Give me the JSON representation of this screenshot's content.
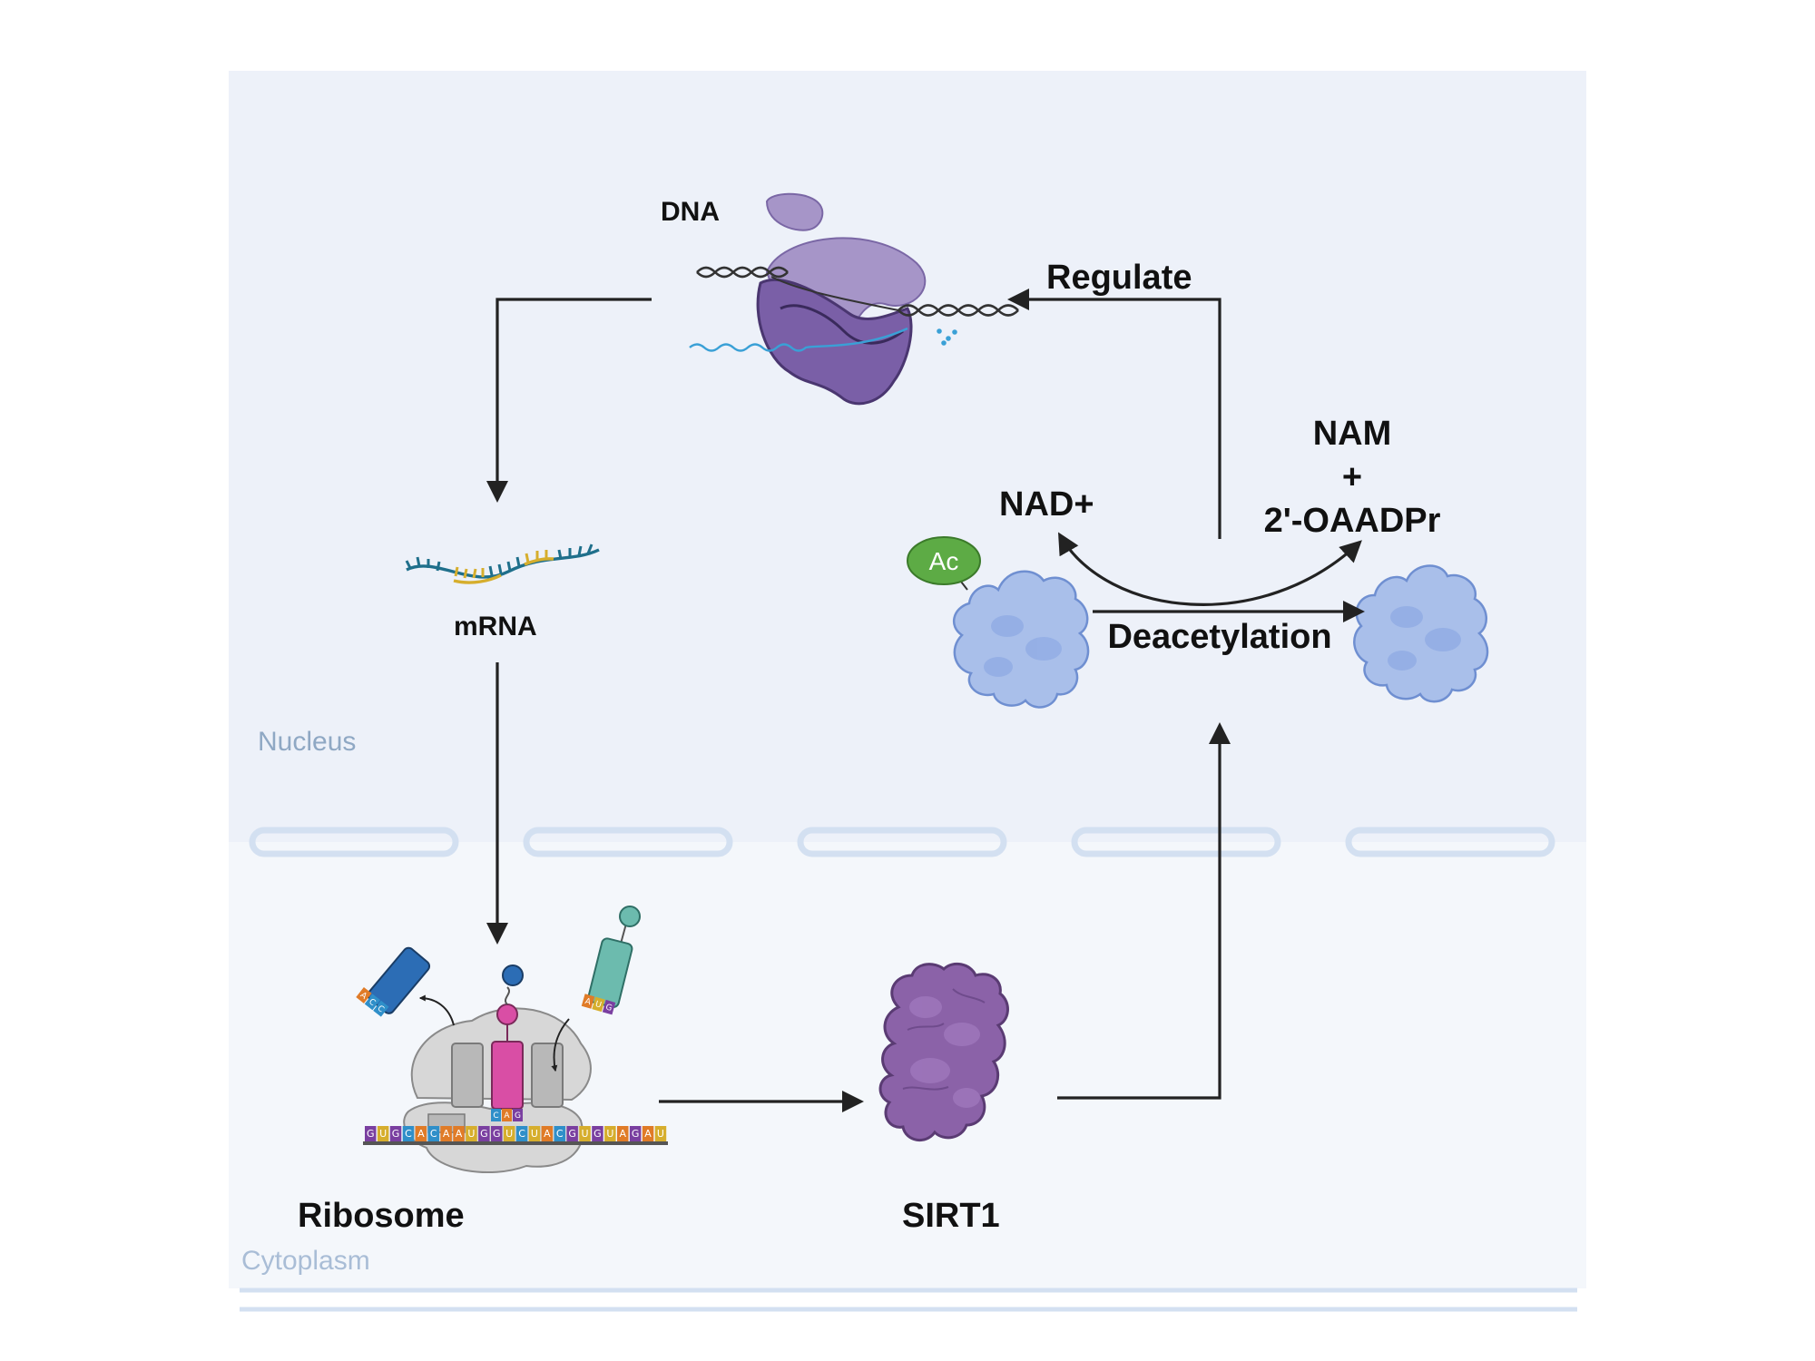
{
  "regions": {
    "nucleus": "Nucleus",
    "cytoplasm": "Cytoplasm"
  },
  "labels": {
    "dna": "DNA",
    "mrna": "mRNA",
    "ribosome": "Ribosome",
    "sirt1": "SIRT1",
    "regulate": "Regulate",
    "nad": "NAD+",
    "nam": "NAM",
    "plus": "+",
    "oaadpr": "2'-OAADPr",
    "deacetylation": "Deacetylation",
    "ac": "Ac"
  },
  "codons": {
    "mrna_strip": [
      "G",
      "U",
      "G",
      "C",
      "A",
      "C",
      "A",
      "A",
      "U",
      "G",
      "G",
      "U",
      "C",
      "U",
      "A",
      "C",
      "G",
      "U",
      "G",
      "U",
      "A",
      "G",
      "A",
      "U"
    ],
    "center_trna": [
      "C",
      "A",
      "G"
    ],
    "right_trna": [
      "A",
      "U",
      "G"
    ],
    "left_trna": [
      "A",
      "C",
      "C"
    ]
  },
  "colors": {
    "nucleus_bg": "#edf1f9",
    "cytoplasm_bg": "#f4f7fb",
    "envelope": "#d3e0f1",
    "region_text": "#8fa8c4",
    "rna_polymerase": "#a695c8",
    "rna_polymerase_dark": "#7a5fa7",
    "sirt1": "#8b62a8",
    "substrate_protein": "#a9bfea",
    "acetyl": "#5dab45",
    "ribosome": "#d7d7d7",
    "trna_center": "#d94ea5",
    "trna_right": "#6cbbae",
    "trna_left": "#2c6db5"
  }
}
